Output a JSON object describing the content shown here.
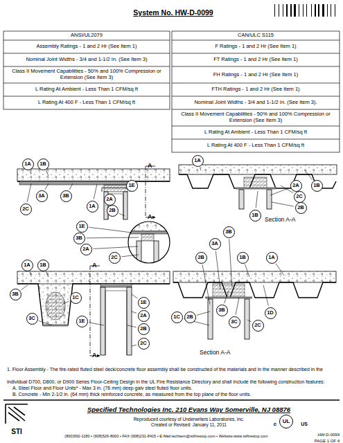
{
  "diagram": {
    "title": "System No. HW-D-0099",
    "nodes": [
      {
        "text": [
          "1A"
        ]
      },
      {
        "text": [
          "1B"
        ]
      },
      {
        "text": [
          "3A"
        ]
      },
      {
        "text": [
          "3B"
        ]
      },
      {
        "text": [
          "2C"
        ]
      },
      {
        "text": [
          "2A"
        ]
      },
      {
        "text": [
          "1E"
        ]
      },
      {
        "text": [
          "1A"
        ]
      },
      {
        "text": [
          "2B"
        ]
      },
      {
        "text": [
          "1A"
        ]
      },
      {
        "text": [
          "2A"
        ]
      },
      {
        "text": [
          "1B"
        ]
      },
      {
        "text": [
          "2C"
        ]
      },
      {
        "text": [
          "2B"
        ]
      },
      {
        "text": [
          "1B"
        ]
      },
      {
        "text": [
          "1E"
        ]
      },
      {
        "text": [
          "3B"
        ]
      },
      {
        "text": [
          "2A"
        ]
      },
      {
        "text": [
          "1A"
        ]
      },
      {
        "text": [
          "1B"
        ]
      },
      {
        "text": [
          "2C"
        ]
      },
      {
        "text": [
          "3B"
        ]
      },
      {
        "text": [
          "3A"
        ]
      },
      {
        "text": [
          "2B"
        ]
      },
      {
        "text": [
          "1B"
        ]
      },
      {
        "text": [
          "1A"
        ]
      },
      {
        "text": [
          "3B"
        ]
      },
      {
        "text": [
          "1C"
        ]
      },
      {
        "text": [
          "1E"
        ]
      },
      {
        "text": [
          "2A"
        ]
      },
      {
        "text": [
          "2B"
        ]
      },
      {
        "text": [
          "3C"
        ]
      },
      {
        "text": [
          "1E"
        ]
      },
      {
        "text": [
          "2C"
        ]
      },
      {
        "text": [
          "1C"
        ]
      },
      {
        "text": [
          "2B"
        ]
      },
      {
        "text": [
          "3B"
        ]
      },
      {
        "text": [
          "3C"
        ]
      },
      {
        "text": [
          "2C"
        ]
      },
      {
        "text": [
          "1D"
        ]
      },
      {
        "text": [
          "UL"
        ]
      }
    ],
    "labels": [
      "ANSI/UL2079",
      "CAN/ULC S115",
      "Assembly Ratings - 1 and 2 Hr (See Item 1)",
      "F Ratings - 1 and 2 Hr (See Item 1)",
      "Nominal Joint Widths - 3/4 and 1-1/2 In. (See Item 3)",
      "FT Ratings - 1 and 2 Hr (See Item 1)",
      "Class II Movement Capabilities - 50% and 100% Compression or Extension (See Item 3)",
      "FH Ratings - 1 and 2 Hr (See Item 1)",
      "L Rating At Ambient - Less Than 1 CFM/sq ft",
      "FTH Ratings - 1 and 2 Hr (See Item 1)",
      "L Rating At 400 F - Less Than 1 CFM/sq ft",
      "Nominal Joint Widths - 3/4 and 1-1/2 In. (See Item 3).",
      "Class II Movement Capabilities - 50% and 100% Compression or Extension (See Item 3)",
      "L Rating At Ambient - Less Than 1 CFM/sq ft",
      "L Rating At 400 F - Less Than 1 CFM/sq ft",
      "A",
      "A",
      "A",
      "A",
      "Section A-A",
      "Section A-A",
      "1. Floor Assembly - The fire-rated fluted steel deck/concrete floor assembly shall be constructed of the materials and in the manner described in the individual D700, D800, or D900 Series Floor-Ceiling Design in the UL Fire Resistance Directory and shall include the following construction features:",
      "A. Steel Floor and Floor Units* - Max 3 in. (76 mm) deep galv steel fluted floor units.",
      "B. Concrete - Min 2-1/2 in. (64 mm) thick reinforced concrete, as measured from the top plane of the floor units.",
      "Specified Technologies Inc. 210 Evans Way Somerville, NJ 08876",
      "Reproduced courtesy of Underwriters Laboratories, Inc.",
      "Created or Revised: January 11, 2011",
      "(800)992-1180 • (908)526-8000 • FAX (908)231-8415 • E-Mail:techserv@stifirestop.com • Website:www.stifirestop.com",
      "STI",
      "HW-D-0099",
      "PAGE 1 OF 4",
      "c",
      "US"
    ]
  }
}
